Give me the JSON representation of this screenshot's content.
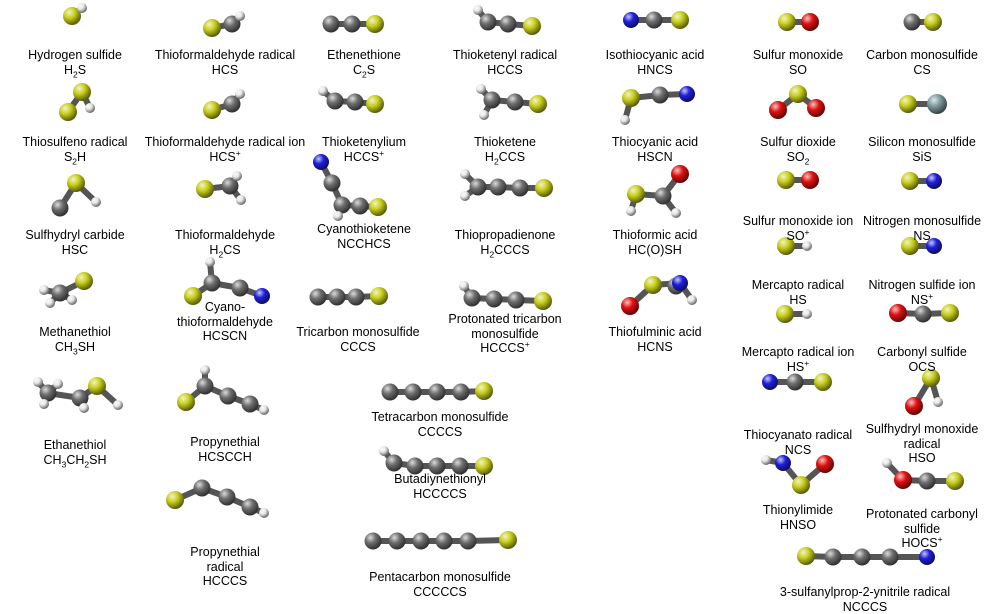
{
  "molecules": [
    {
      "id": "h2s",
      "name": "Hydrogen sulfide",
      "formula": "H<sub>2</sub>S"
    },
    {
      "id": "s2h",
      "name": "Thiosulfeno radical",
      "formula": "S<sub>2</sub>H"
    },
    {
      "id": "hsc",
      "name": "Sulfhydryl carbide",
      "formula": "HSC"
    },
    {
      "id": "ch3sh",
      "name": "Methanethiol",
      "formula": "CH<sub>3</sub>SH"
    },
    {
      "id": "ch3ch2sh",
      "name": "Ethanethiol",
      "formula": "CH<sub>3</sub>CH<sub>2</sub>SH"
    },
    {
      "id": "hcs",
      "name": "Thioformaldehyde radical",
      "formula": "HCS"
    },
    {
      "id": "hcsplus",
      "name": "Thioformaldehyde radical ion",
      "formula": "HCS<sup>+</sup>"
    },
    {
      "id": "h2cs",
      "name": "Thioformaldehyde",
      "formula": "H<sub>2</sub>CS"
    },
    {
      "id": "hcscn",
      "name": "Cyano-\nthioformaldehyde",
      "formula": "HCSCN"
    },
    {
      "id": "hcscch",
      "name": "Propynethial",
      "formula": "HCSCCH"
    },
    {
      "id": "hcccs_rad",
      "name": "Propynethial\nradical",
      "formula": "HCCCS"
    },
    {
      "id": "c2s",
      "name": "Ethenethione",
      "formula": "C<sub>2</sub>S"
    },
    {
      "id": "hccsplus",
      "name": "Thioketenylium",
      "formula": "HCCS<sup>+</sup>"
    },
    {
      "id": "ncchcs",
      "name": "Cyanothioketene",
      "formula": "NCCHCS"
    },
    {
      "id": "cccs",
      "name": "Tricarbon monosulfide",
      "formula": "CCCS"
    },
    {
      "id": "hccs",
      "name": "Thioketenyl radical",
      "formula": "HCCS"
    },
    {
      "id": "h2ccs",
      "name": "Thioketene",
      "formula": "H<sub>2</sub>CCS"
    },
    {
      "id": "h2cccs",
      "name": "Thiopropadienone",
      "formula": "H<sub>2</sub>CCCS"
    },
    {
      "id": "hcccsplus",
      "name": "Protonated tricarbon\nmonosulfide",
      "formula": "HCCCS<sup>+</sup>"
    },
    {
      "id": "ccccs",
      "name": "Tetracarbon monosulfide",
      "formula": "CCCCS"
    },
    {
      "id": "hccccs",
      "name": "Butadiynethionyl",
      "formula": "HCCCCS"
    },
    {
      "id": "cccccs",
      "name": "Pentacarbon monosulfide",
      "formula": "CCCCCS"
    },
    {
      "id": "hncs",
      "name": "Isothiocyanic acid",
      "formula": "HNCS"
    },
    {
      "id": "hscn",
      "name": "Thiocyanic acid",
      "formula": "HSCN"
    },
    {
      "id": "hcosh",
      "name": "Thioformic acid",
      "formula": "HC(O)SH"
    },
    {
      "id": "hcns",
      "name": "Thiofulminic acid",
      "formula": "HCNS"
    },
    {
      "id": "so",
      "name": "Sulfur monoxide",
      "formula": "SO"
    },
    {
      "id": "so2",
      "name": "Sulfur dioxide",
      "formula": "SO<sub>2</sub>"
    },
    {
      "id": "soplus",
      "name": "Sulfur monoxide ion",
      "formula": "SO<sup>+</sup>"
    },
    {
      "id": "hs",
      "name": "Mercapto radical",
      "formula": "HS"
    },
    {
      "id": "hsplus",
      "name": "Mercapto radical ion",
      "formula": "HS<sup>+</sup>"
    },
    {
      "id": "ncs",
      "name": "Thiocyanato radical",
      "formula": "NCS"
    },
    {
      "id": "hnso",
      "name": "Thionylimide",
      "formula": "HNSO"
    },
    {
      "id": "nccs",
      "name": "3-sulfanylprop-2-ynitrile radical",
      "formula": "NCCCS"
    },
    {
      "id": "cs",
      "name": "Carbon monosulfide",
      "formula": "CS"
    },
    {
      "id": "sis",
      "name": "Silicon monosulfide",
      "formula": "SiS"
    },
    {
      "id": "ns",
      "name": "Nitrogen monosulfide",
      "formula": "NS"
    },
    {
      "id": "nsplus",
      "name": "Nitrogen sulfide ion",
      "formula": "NS<sup>+</sup>"
    },
    {
      "id": "ocs",
      "name": "Carbonyl sulfide",
      "formula": "OCS"
    },
    {
      "id": "hso",
      "name": "Sulfhydryl monoxide\nradical",
      "formula": "HSO"
    },
    {
      "id": "hocsplus",
      "name": "Protonated carbonyl\nsulfide",
      "formula": "HOCS<sup>+</sup>"
    }
  ],
  "element_colors": {
    "S": "#c8cf1c",
    "C": "#6e6e6e",
    "H": "#e8e8e8",
    "N": "#1f1fdc",
    "O": "#e01010",
    "Si": "#7f9aa0"
  }
}
